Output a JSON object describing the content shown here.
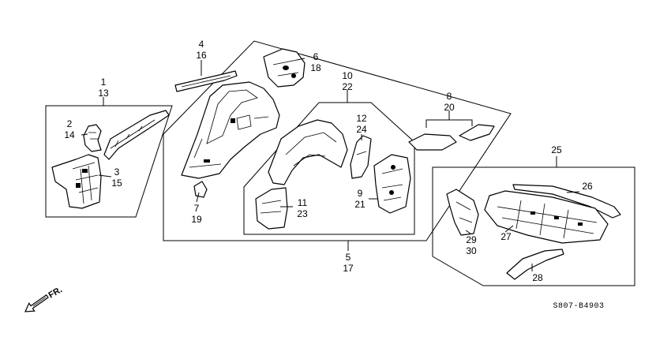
{
  "callouts": {
    "c1": "1",
    "c13": "13",
    "c2": "2",
    "c14": "14",
    "c3": "3",
    "c15": "15",
    "c4": "4",
    "c16": "16",
    "c6": "6",
    "c18": "18",
    "c7": "7",
    "c19": "19",
    "c10": "10",
    "c22": "22",
    "c12": "12",
    "c24": "24",
    "c8": "8",
    "c20": "20",
    "c11": "11",
    "c23": "23",
    "c9": "9",
    "c21": "21",
    "c5": "5",
    "c17": "17",
    "c25": "25",
    "c26": "26",
    "c27": "27",
    "c29": "29",
    "c30": "30",
    "c28": "28"
  },
  "direction_label": "FR.",
  "diagram_code": "S807-B4903"
}
